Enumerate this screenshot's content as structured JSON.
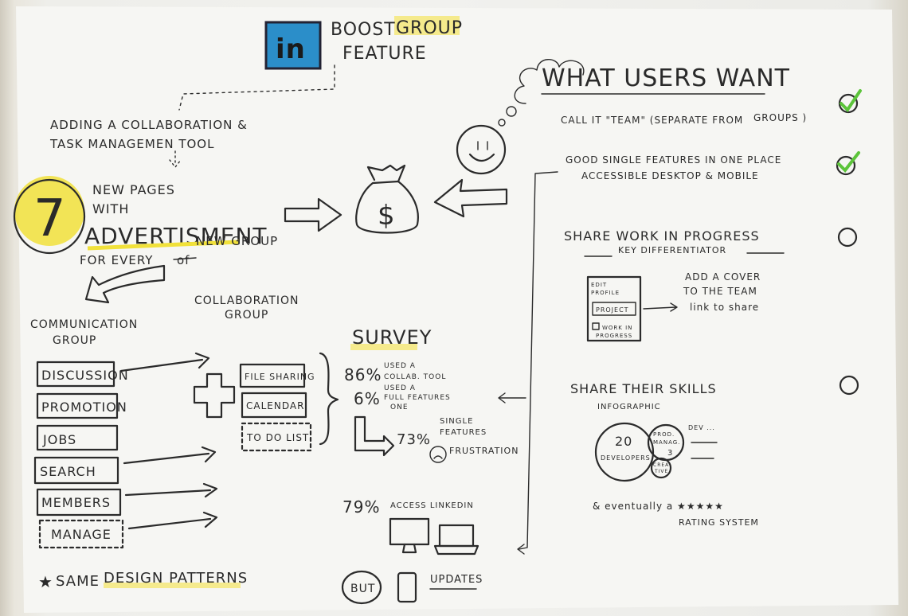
{
  "header": {
    "logo": "in",
    "title_line1": "BOOST",
    "title_word": "GROUP",
    "title_line2": "FEATURE"
  },
  "intro": {
    "line1": "ADDING A COLLABORATION &",
    "line2": "TASK MANAGEMEN TOOL"
  },
  "pages": {
    "number": "7",
    "line1": "NEW PAGES",
    "line2": "WITH",
    "line3": "ADVERTISMENT",
    "line4": "FOR EVERY ",
    "struck": "of",
    "line4b": "NEW GROUP"
  },
  "communication": {
    "title1": "COMMUNICATION",
    "title2": "GROUP",
    "items": [
      "DISCUSSION",
      "PROMOTION",
      "JOBS",
      "SEARCH",
      "MEMBERS",
      "MANAGE"
    ]
  },
  "collaboration": {
    "title1": "COLLABORATION",
    "title2": "GROUP",
    "items": [
      "FILE SHARING",
      "CALENDAR",
      "TO DO LIST"
    ]
  },
  "footer_note": {
    "star": "★",
    "text1": "SAME ",
    "text2": "DESIGN PATTERNS"
  },
  "survey": {
    "title": "SURVEY",
    "stat1": {
      "value": "86%",
      "l1": "USED A",
      "l2": "COLLAB. TOOL"
    },
    "stat2": {
      "value": "6%",
      "l1": "USED A",
      "l2": "FULL FEATURES",
      "l3": "ONE"
    },
    "stat3": {
      "value": "73%",
      "l1": "SINGLE",
      "l2": "FEATURES",
      "l3": "FRUSTRATION"
    },
    "stat4": {
      "value": "79%",
      "label": "ACCESS LINKEDIN"
    },
    "but": "BUT",
    "updates": "UPDATES"
  },
  "wants": {
    "title": "WHAT USERS WANT",
    "items": [
      {
        "l1": "CALL IT \"TEAM\"  (SEPARATE FROM",
        "l2": "GROUPS )",
        "checked": true
      },
      {
        "l1": "GOOD SINGLE FEATURES IN ONE PLACE",
        "l2": "ACCESSIBLE  DESKTOP & MOBILE",
        "checked": true
      },
      {
        "l1": "SHARE WORK IN PROGRESS",
        "l2": "KEY DIFFERENTIATOR",
        "checked": false
      },
      {
        "l1": "SHARE THEIR  SKILLS",
        "l2": "INFOGRAPHIC",
        "checked": false
      }
    ]
  },
  "wip": {
    "edit": "EDIT",
    "profile": "PROFILE",
    "project": "PROJECT",
    "work1": "WORK IN",
    "work2": "PROGRESS",
    "note1": "ADD A COVER",
    "note2": "TO THE TEAM",
    "note3": "link to share"
  },
  "skills": {
    "dev_count": "20",
    "dev_label": "DEVELOPERS",
    "pm1": "PROD.",
    "pm2": "MANAG.",
    "pm_count": "3",
    "cre1": "CREA",
    "cre2": "TIVE",
    "dev_line": "DEV ...",
    "eventually": "& eventually a ★★★★★",
    "rating": "RATING SYSTEM"
  },
  "colors": {
    "highlight": "#f4e56a",
    "linkedin": "#2b8ec9",
    "check": "#5cc43a"
  }
}
